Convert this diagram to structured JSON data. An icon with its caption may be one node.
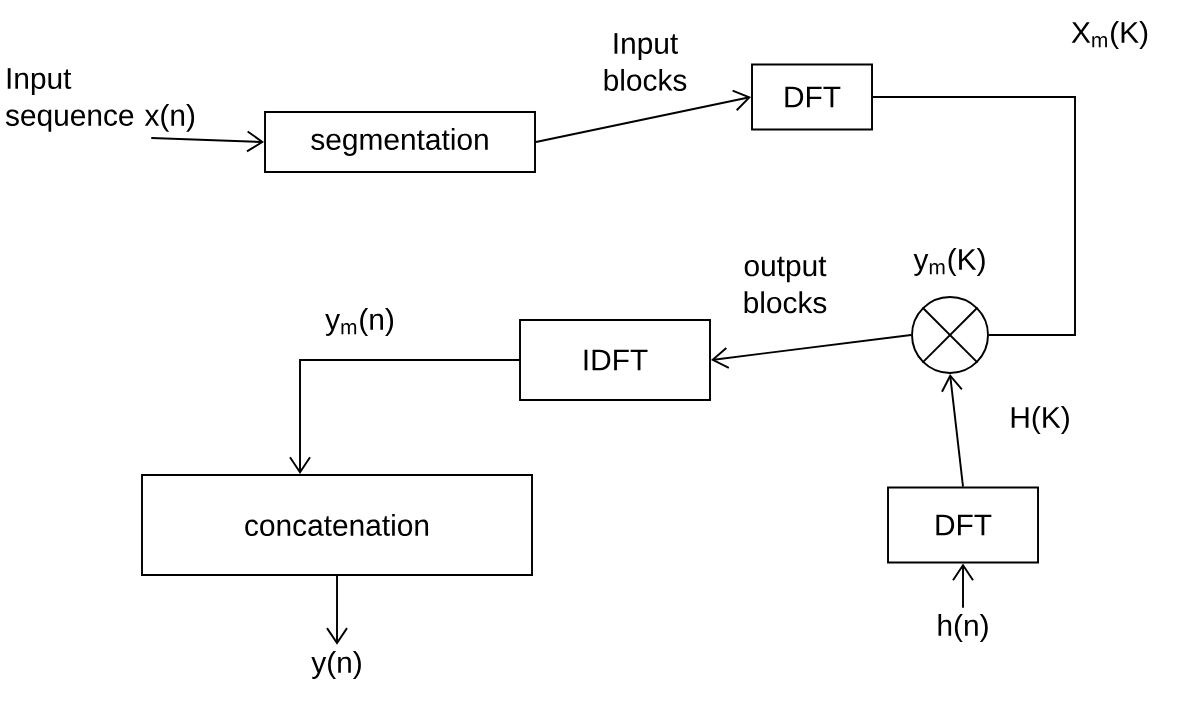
{
  "diagram": {
    "nodes": [
      {
        "text": [
          "Input sequence x(n)"
        ]
      },
      {
        "text": [
          "segmentation"
        ]
      },
      {
        "text": [
          "DFT"
        ]
      },
      {
        "text": [],
        "shape": "circle",
        "beside": [
          "y$_{m}$(K)"
        ]
      },
      {
        "text": [
          "IDFT"
        ]
      },
      {
        "text": [
          "concatenation"
        ]
      },
      {
        "text": [
          "DFT"
        ]
      },
      {
        "text": [
          "y(n)"
        ]
      },
      {
        "text": [
          "h(n)"
        ]
      }
    ],
    "edges": [
      {
        "from": 0,
        "to": 1,
        "arrow": "to"
      },
      {
        "from": 1,
        "to": 2,
        "arrow": "to",
        "label": "Input blocks"
      },
      {
        "from": 2,
        "to": 3,
        "arrow": "none",
        "label": "X$_{m}$(K)"
      },
      {
        "from": 3,
        "to": 4,
        "arrow": "to",
        "label": "output blocks"
      },
      {
        "from": 4,
        "to": 5,
        "arrow": "to",
        "label": "y$_{m}$(n)"
      },
      {
        "from": 5,
        "to": 7,
        "arrow": "to"
      },
      {
        "from": 8,
        "to": 6,
        "arrow": "to"
      },
      {
        "from": 6,
        "to": 3,
        "arrow": "to",
        "label": "H(K)"
      }
    ]
  }
}
